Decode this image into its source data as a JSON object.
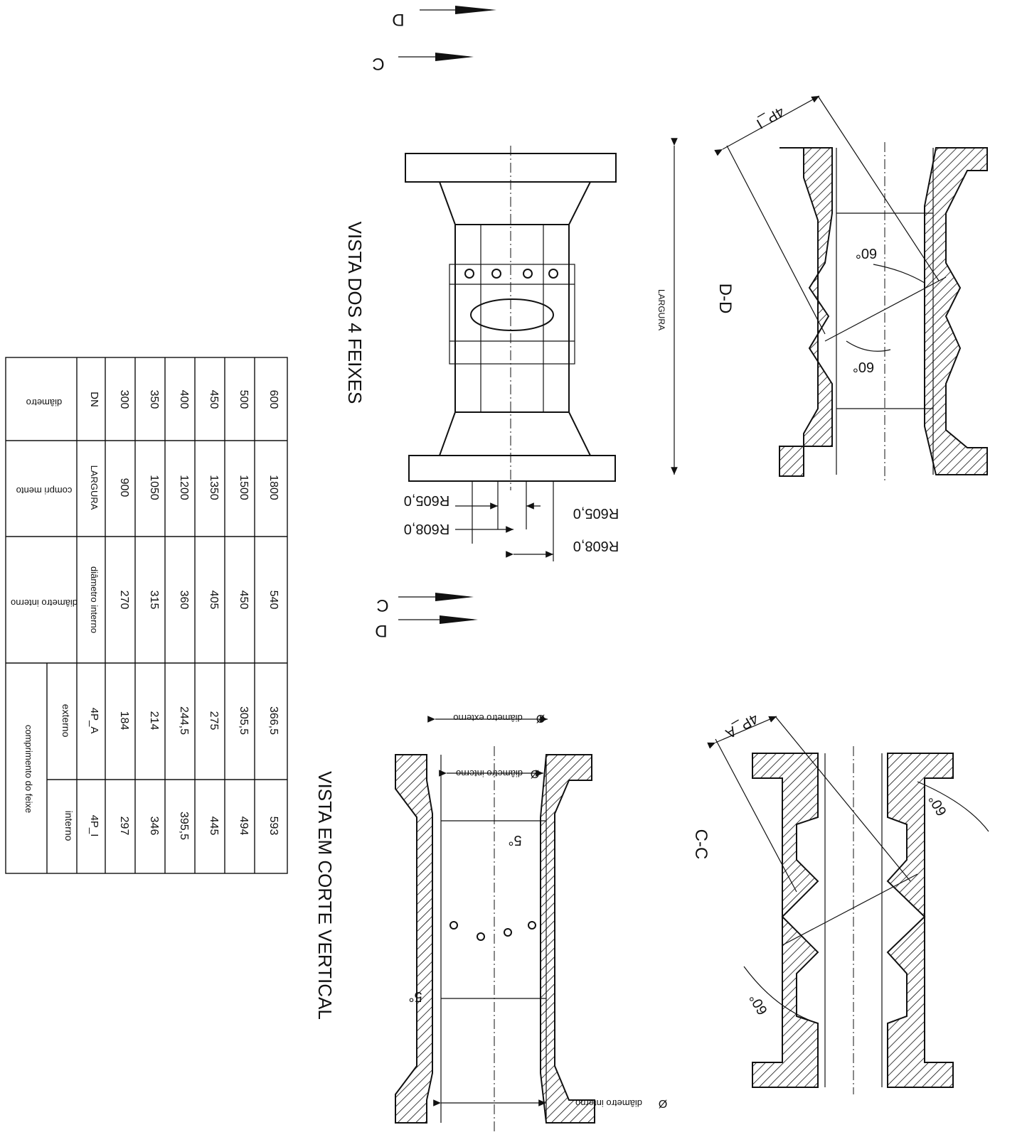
{
  "views": {
    "top_label": "VISTA DOS 4 FEIXES",
    "bottom_label": "VISTA EM CORTE VERTICAL",
    "section_cc": "C-C",
    "section_dd": "D-D"
  },
  "section_markers": {
    "d_top": "D",
    "c_top": "C",
    "c_mid": "C",
    "d_mid": "D"
  },
  "dimensions": {
    "largura": "LARGURA",
    "r_outer_a": "R608,0",
    "r_outer_b": "R608,0",
    "r_inner_a": "R605,0",
    "r_inner_b": "R605,0",
    "ext_diameter": "diâmetro externo",
    "int_diameter_a": "diâmetro interno",
    "int_diameter_b": "diâmetro interno",
    "diameter_symbol": "Ø",
    "len_4p_i": "4P_I",
    "len_4p_a": "4P_A",
    "angle_60": "60°",
    "angle_5": "5°"
  },
  "table": {
    "headers": {
      "diametro": "diâmetro",
      "comprimento": "compri mento",
      "diametro_interno": "diâmetro interno",
      "comprimento_feixe": "comprimento do feixe",
      "interno": "interno",
      "externo": "externo"
    },
    "subheaders": [
      "DN",
      "LARGURA",
      "diâmetro interno",
      "4P_I",
      "4P_A"
    ],
    "rows": [
      {
        "dn": "300",
        "largura": "900",
        "diam_int": "270",
        "p_i": "297",
        "p_a": "184"
      },
      {
        "dn": "350",
        "largura": "1050",
        "diam_int": "315",
        "p_i": "346",
        "p_a": "214"
      },
      {
        "dn": "400",
        "largura": "1200",
        "diam_int": "360",
        "p_i": "395,5",
        "p_a": "244,5"
      },
      {
        "dn": "450",
        "largura": "1350",
        "diam_int": "405",
        "p_i": "445",
        "p_a": "275"
      },
      {
        "dn": "500",
        "largura": "1500",
        "diam_int": "450",
        "p_i": "494",
        "p_a": "305,5"
      },
      {
        "dn": "600",
        "largura": "1800",
        "diam_int": "540",
        "p_i": "593",
        "p_a": "366,5"
      }
    ]
  }
}
